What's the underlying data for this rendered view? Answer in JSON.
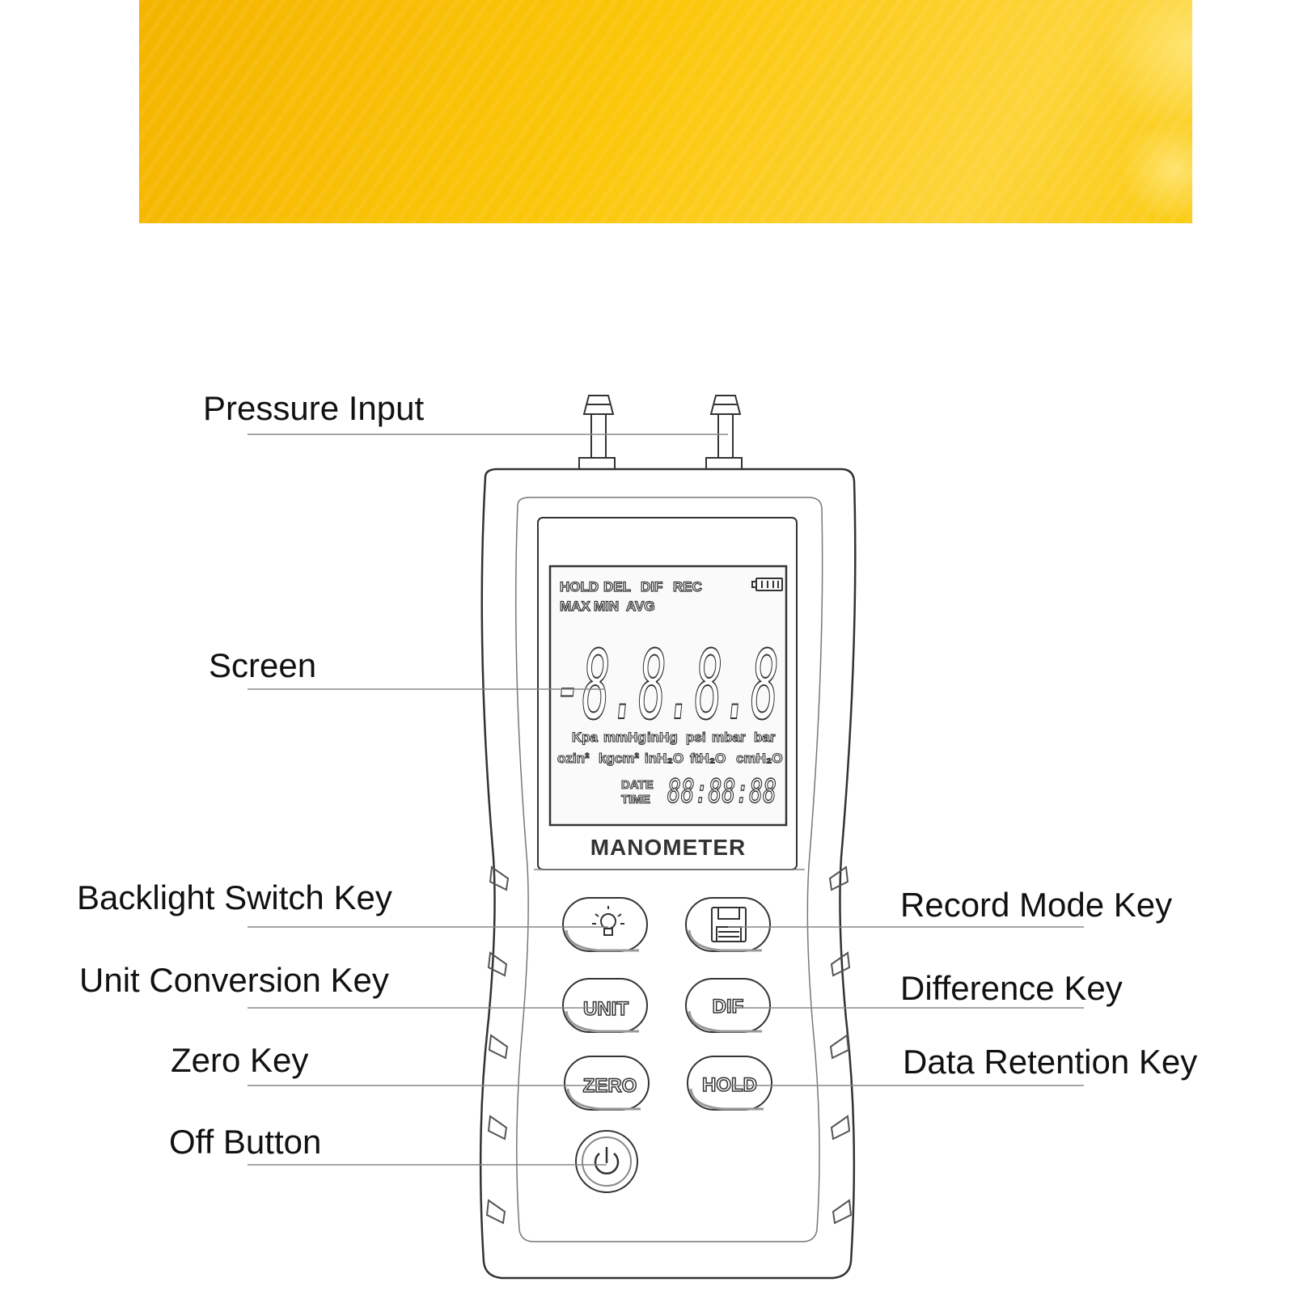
{
  "banner": {
    "color": "#fbc70a"
  },
  "labels": {
    "pressure_input": "Pressure Input",
    "screen": "Screen",
    "backlight_switch_key": "Backlight Switch Key",
    "unit_conversion_key": "Unit Conversion Key",
    "zero_key": "Zero Key",
    "off_button": "Off Button",
    "record_mode_key": "Record Mode Key",
    "difference_key": "Difference Key",
    "data_retention_key": "Data Retention Key"
  },
  "device": {
    "brand": "MANOMETER",
    "lcd": {
      "indicators_row1": [
        "HOLD",
        "DEL",
        "DIF",
        "REC"
      ],
      "indicators_row2": [
        "MAX",
        "MIN",
        "AVG"
      ],
      "main_reading": "-8.8.8.8",
      "units_row1": [
        "Kpa",
        "mmHg",
        "inHg",
        "psi",
        "mbar",
        "bar"
      ],
      "units_row2": [
        "ozin²",
        "kgcm²",
        "inH₂O",
        "ftH₂O",
        "cmH₂O"
      ],
      "date_label": "DATE",
      "time_label": "TIME",
      "time_reading": "88:88:88"
    },
    "buttons": {
      "unit": "UNIT",
      "dif": "DIF",
      "zero": "ZERO",
      "hold": "HOLD"
    }
  }
}
